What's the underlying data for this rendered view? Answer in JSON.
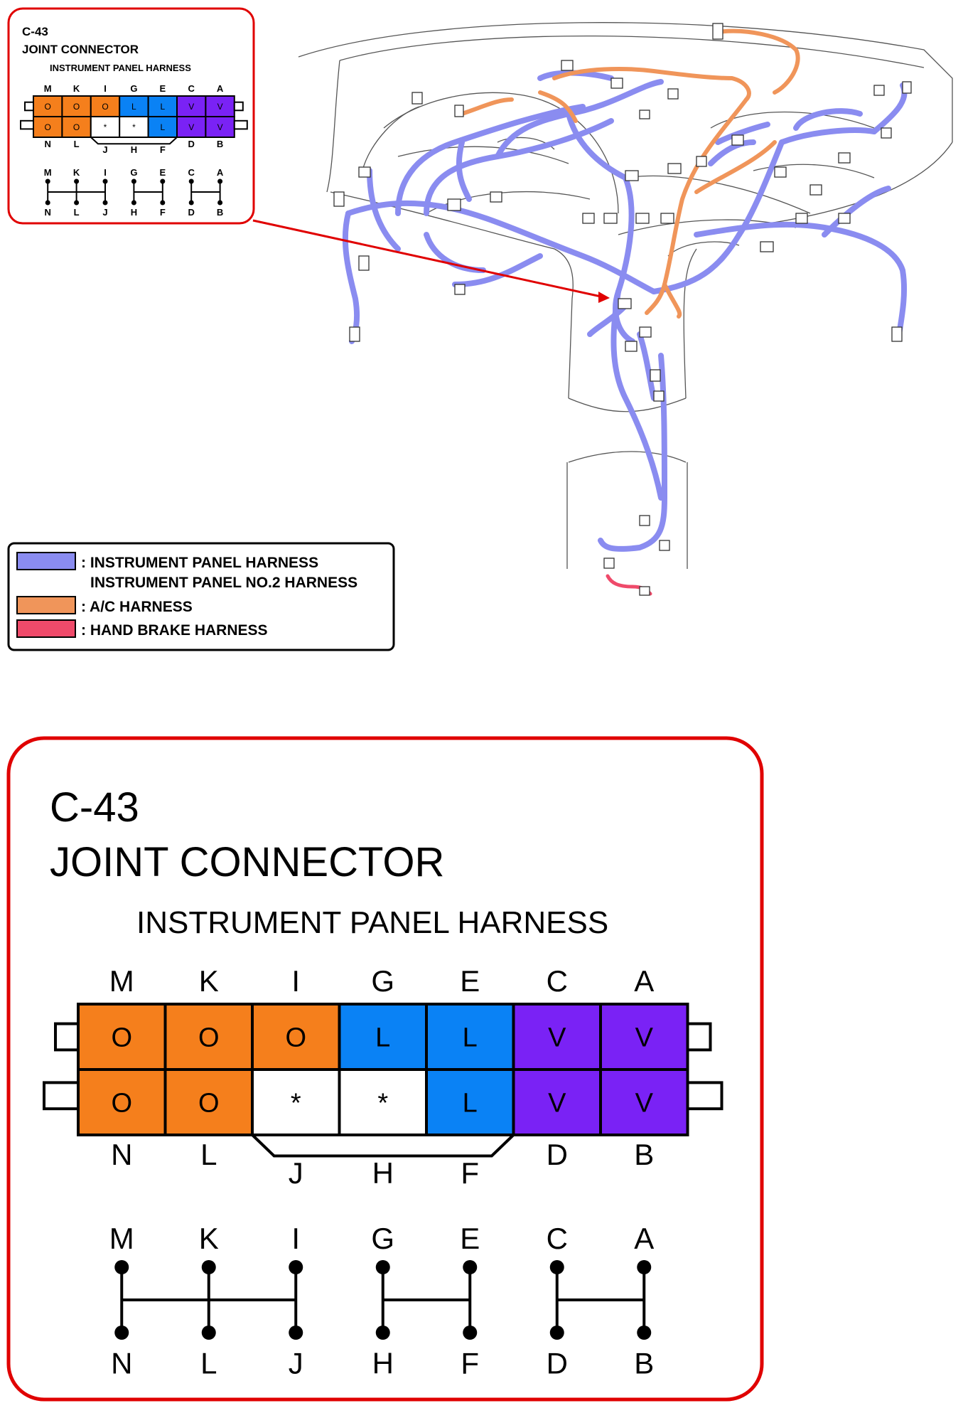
{
  "colors": {
    "instrument_panel": "#8a8cf0",
    "ac": "#f0955a",
    "hand_brake": "#ef4a6a",
    "border_red": "#e00000",
    "pin_orange": "#f57f1c",
    "pin_blue": "#0a82f5",
    "pin_violet": "#7a22f5",
    "pin_white": "#ffffff"
  },
  "connector": {
    "code": "C-43",
    "name": "JOINT CONNECTOR",
    "harness": "INSTRUMENT PANEL HARNESS",
    "top_labels": [
      "M",
      "K",
      "I",
      "G",
      "E",
      "C",
      "A"
    ],
    "bottom_labels": [
      "N",
      "L",
      "J",
      "H",
      "F",
      "D",
      "B"
    ],
    "top_row": [
      {
        "text": "O",
        "color": "orange"
      },
      {
        "text": "O",
        "color": "orange"
      },
      {
        "text": "O",
        "color": "orange"
      },
      {
        "text": "L",
        "color": "blue"
      },
      {
        "text": "L",
        "color": "blue"
      },
      {
        "text": "V",
        "color": "violet"
      },
      {
        "text": "V",
        "color": "violet"
      }
    ],
    "bottom_row": [
      {
        "text": "O",
        "color": "orange"
      },
      {
        "text": "O",
        "color": "orange"
      },
      {
        "text": "*",
        "color": "white"
      },
      {
        "text": "*",
        "color": "white"
      },
      {
        "text": "L",
        "color": "blue"
      },
      {
        "text": "V",
        "color": "violet"
      },
      {
        "text": "V",
        "color": "violet"
      }
    ],
    "joint_groups": [
      [
        "M",
        "K",
        "I",
        "N",
        "L",
        "J"
      ],
      [
        "G",
        "E",
        "H",
        "F"
      ],
      [
        "C",
        "A",
        "D",
        "B"
      ]
    ]
  },
  "legend": {
    "items": [
      {
        "color_key": "instrument_panel",
        "lines": [
          ": INSTRUMENT PANEL HARNESS",
          "INSTRUMENT PANEL NO.2 HARNESS"
        ]
      },
      {
        "color_key": "ac",
        "lines": [
          ": A/C HARNESS"
        ]
      },
      {
        "color_key": "hand_brake",
        "lines": [
          ": HAND BRAKE HARNESS"
        ]
      }
    ]
  }
}
